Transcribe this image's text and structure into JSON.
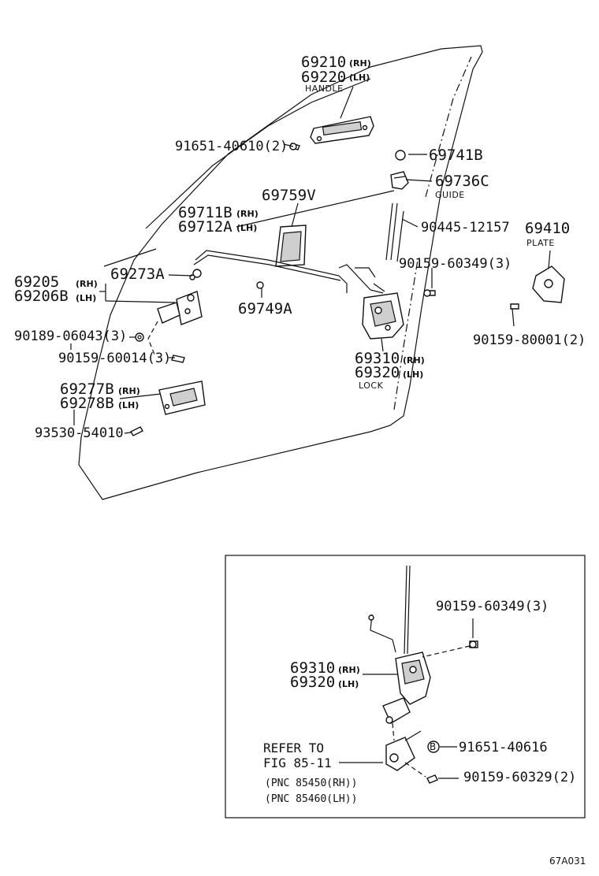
{
  "parts": {
    "handle_rh": "69210",
    "handle_lh": "69220",
    "handle_label": "HANDLE",
    "screw_handle": "91651-40610(2)",
    "clip_69741b": "69741B",
    "guide_no": "69736C",
    "guide_label": "GUIDE",
    "rod_69759v": "69759V",
    "rod_rh": "69711B",
    "rod_lh": "69712A",
    "bolt_90445": "90445-12157",
    "plate_no": "69410",
    "plate_label": "PLATE",
    "screw_90159_60349": "90159-60349(3)",
    "clip_69273a": "69273A",
    "ctrl_rh": "69205",
    "ctrl_lh": "69206B",
    "clip_69749a": "69749A",
    "nut_90189": "90189-06043(3)",
    "screw_90159_80001": "90159-80001(2)",
    "screw_90159_60014": "90159-60014(3)",
    "lock_rh": "69310",
    "lock_lh": "69320",
    "lock_label": "LOCK",
    "inner_rh": "69277B",
    "inner_lh": "69278B",
    "screw_93530": "93530-54010"
  },
  "tags": {
    "rh": "(RH)",
    "lh": "(LH)"
  },
  "inset": {
    "screw_top": "90159-60349(3)",
    "lock_rh": "69310",
    "lock_lh": "69320",
    "refer_line1": "REFER TO",
    "refer_line2": "FIG 85-11",
    "pnc_rh": "(PNC 85450(RH))",
    "pnc_lh": "(PNC 85460(LH))",
    "washer": "91651-40616",
    "screw_bottom": "90159-60329(2)"
  },
  "figure_code": "67A031"
}
